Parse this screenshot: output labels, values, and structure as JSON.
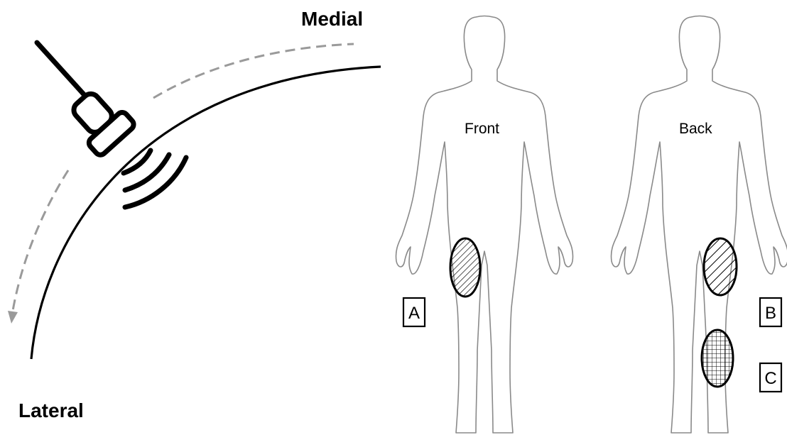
{
  "probe_panel": {
    "medial_label": "Medial",
    "lateral_label": "Lateral"
  },
  "body_panel": {
    "front_label": "Front",
    "back_label": "Back",
    "regions": [
      {
        "letter": "A",
        "pattern": "diagonal-hatch"
      },
      {
        "letter": "B",
        "pattern": "diagonal-hatch-wide"
      },
      {
        "letter": "C",
        "pattern": "cross-hatch"
      }
    ]
  },
  "colors": {
    "line": "#000000",
    "dashed_arrow": "#9a9a9a",
    "body_outline": "#8a8a8a"
  }
}
